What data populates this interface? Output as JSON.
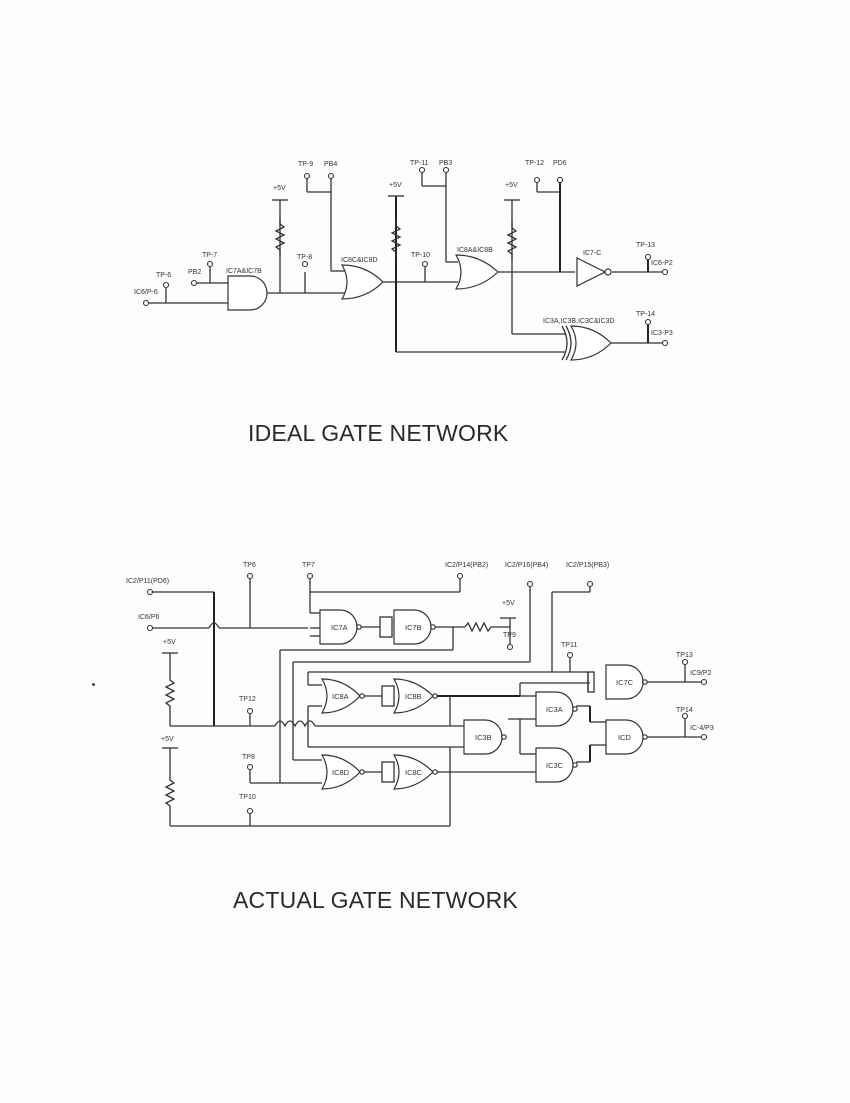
{
  "ideal": {
    "title": "IDEAL GATE NETWORK",
    "labels": {
      "tp6": "TP-6",
      "ic6p6": "IC6/P-6",
      "pb2": "PB2",
      "tp7": "TP-7",
      "and_gate": "IC7A&IC7B",
      "tp8": "TP-8",
      "vcc1": "+5V",
      "tp9": "TP-9",
      "pb4": "PB4",
      "or1": "IC8C&IC8D",
      "vcc2": "+5V",
      "tp10": "TP-10",
      "tp11": "TP-11",
      "pb3": "PB3",
      "or2": "IC8A&IC8B",
      "vcc3": "+5V",
      "tp12": "TP-12",
      "pd6": "PD6",
      "inv": "IC7-C",
      "tp13": "TP-13",
      "out1": "IC6-P2",
      "xor": "IC3A,IC3B,IC3C&IC3D",
      "tp14": "TP-14",
      "out2": "IC3-P3"
    }
  },
  "actual": {
    "title": "ACTUAL GATE NETWORK",
    "labels": {
      "ic2p11": "IC2/P11(PD6)",
      "ic6p6": "IC6/P6",
      "tp6": "TP6",
      "tp7": "TP7",
      "ic2p14": "IC2/P14(PB2)",
      "ic2p16": "IC2/P16(PB4)",
      "ic2p15": "IC2/P15(PB3)",
      "vcc_r": "+5V",
      "tp9": "TP9",
      "tp11": "TP11",
      "vcc1": "+5V",
      "vcc2": "+5V",
      "tp12": "TP12",
      "tp8": "TP8",
      "tp10": "TP10",
      "tp13": "TP13",
      "out1": "IC9/P2",
      "tp14": "TP14",
      "out2": "IC-4/P3",
      "ic7a": "IC7A",
      "ic7b": "IC7B",
      "ic8a": "IC8A",
      "ic8b": "IC8B",
      "ic8d": "IC8D",
      "ic8c": "IC8C",
      "ic3b": "IC3B",
      "ic3a": "IC3A",
      "ic3c": "IC3C",
      "ic7c": "IC7C",
      "icd": "ICD"
    }
  }
}
